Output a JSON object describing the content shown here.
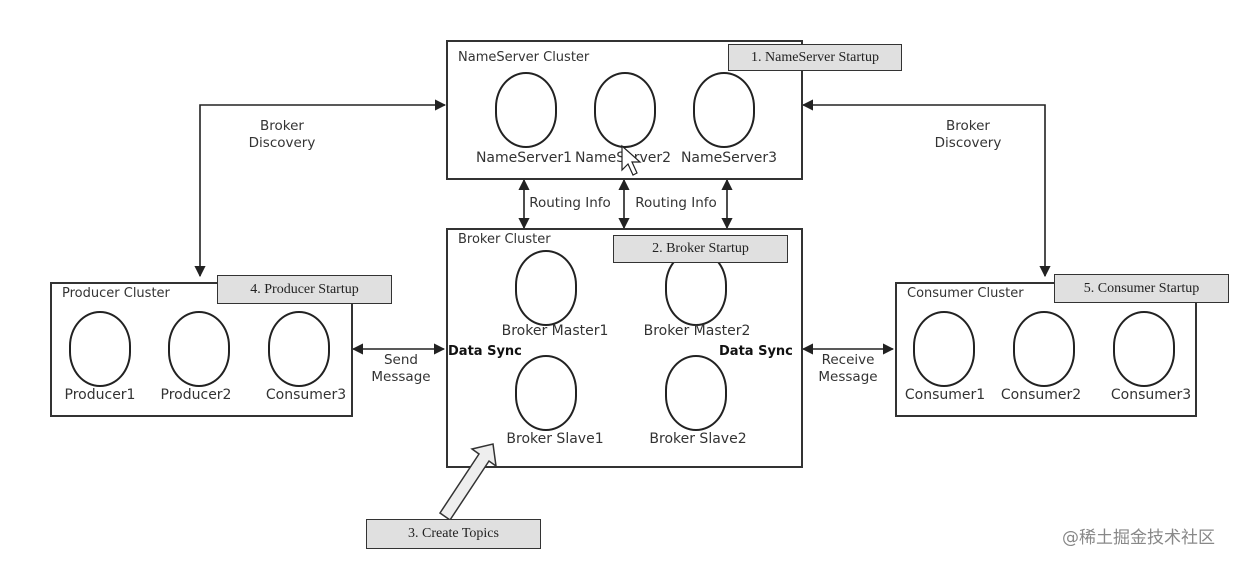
{
  "nameserver": {
    "title": "NameServer Cluster",
    "step": "1. NameServer Startup",
    "nodes": [
      "NameServer1",
      "NameServer2",
      "NameServer3"
    ]
  },
  "broker": {
    "title": "Broker Cluster",
    "step": "2. Broker Startup",
    "masters": [
      "Broker Master1",
      "Broker Master2"
    ],
    "slaves": [
      "Broker Slave1",
      "Broker Slave2"
    ],
    "sync_label": "Data Sync"
  },
  "producer": {
    "title": "Producer Cluster",
    "step": "4. Producer Startup",
    "nodes": [
      "Producer1",
      "Producer2",
      "Consumer3"
    ]
  },
  "consumer": {
    "title": "Consumer Cluster",
    "step": "5. Consumer Startup",
    "nodes": [
      "Consumer1",
      "Consumer2",
      "Consumer3"
    ]
  },
  "create_topics": "3. Create Topics",
  "links": {
    "broker_discovery_line1": "Broker",
    "broker_discovery_line2": "Discovery",
    "routing_info": "Routing Info",
    "send_line1": "Send",
    "send_line2": "Message",
    "receive_line1": "Receive",
    "receive_line2": "Message"
  },
  "watermark": "@稀土掘金技术社区"
}
